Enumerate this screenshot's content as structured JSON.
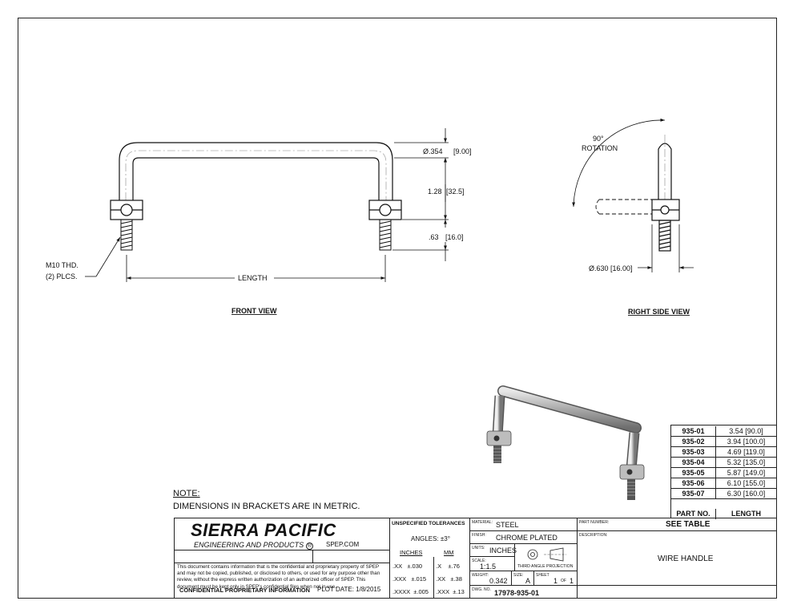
{
  "views": {
    "front_label": "FRONT VIEW",
    "right_label": "RIGHT SIDE VIEW"
  },
  "dims": {
    "dia_rod": "Ø.354",
    "dia_rod_mm": "9.00",
    "height": "1.28",
    "height_mm": "32.5",
    "stud": ".63",
    "stud_mm": "16.0",
    "length": "LENGTH",
    "thread_l1": "M10 THD.",
    "thread_l2": "(2) PLCS.",
    "rotation_l1": "90°",
    "rotation_l2": "ROTATION",
    "dia_base": "Ø.630",
    "dia_base_mm": "16.00"
  },
  "notes": {
    "heading": "NOTE:",
    "text": "DIMENSIONS IN BRACKETS ARE IN METRIC."
  },
  "part_table": {
    "rows": [
      {
        "part": "935-01",
        "length": "3.54 [90.0]"
      },
      {
        "part": "935-02",
        "length": "3.94 [100.0]"
      },
      {
        "part": "935-03",
        "length": "4.69 [119.0]"
      },
      {
        "part": "935-04",
        "length": "5.32 [135.0]"
      },
      {
        "part": "935-05",
        "length": "5.87 [149.0]"
      },
      {
        "part": "935-06",
        "length": "6.10 [155.0]"
      },
      {
        "part": "935-07",
        "length": "6.30 [160.0]"
      }
    ],
    "header_part": "PART NO.",
    "header_length": "LENGTH"
  },
  "title_block": {
    "company": "SIERRA PACIFIC",
    "subtitle": "ENGINEERING AND PRODUCTS",
    "website": "SPEP.COM",
    "confidential": "CONFIDENTIAL PROPRIETARY INFORMATION",
    "plot_label": "PLOT DATE:",
    "plot_date": "1/8/2015",
    "legal": "This document contains information that is the confidential and proprietary property of SPEP and may not be copied, published, or disclosed to others, or used for any purpose other than review, without the express written authorization of an authorized officer of SPEP. This document must be kept only in SPEP's confidential files when not in use.",
    "tolerances_title": "UNSPECIFIED TOLERANCES",
    "angles": "ANGLES: ±3°",
    "inches_label": "INCHES",
    "mm_label": "MM",
    "tol_in": [
      ".XX   ±.030",
      ".XXX   ±.015",
      ".XXXX  ±.005"
    ],
    "tol_mm": [
      ".X    ±.76",
      ".XX   ±.38",
      ".XXX  ±.13"
    ],
    "material_label": "MATERIAL:",
    "material": "STEEL",
    "finish_label": "FINISH:",
    "finish": "CHROME PLATED",
    "units_label": "UNITS:",
    "units": "INCHES",
    "scale_label": "SCALE:",
    "scale": "1:1.5",
    "projection": "THIRD ANGLE PROJECTION",
    "weight_label": "WEIGHT:",
    "weight": "0.342",
    "size_label": "SIZE:",
    "size": "A",
    "sheet_label": "SHEET",
    "sheet": "1",
    "of_label": "OF",
    "sheets": "1",
    "dwg_label": "DWG. NO.",
    "dwg_no": "17978-935-01",
    "part_number_label": "PART NUMBER:",
    "part_number": "SEE TABLE",
    "description_label": "DESCRIPTION:",
    "description": "WIRE HANDLE"
  }
}
